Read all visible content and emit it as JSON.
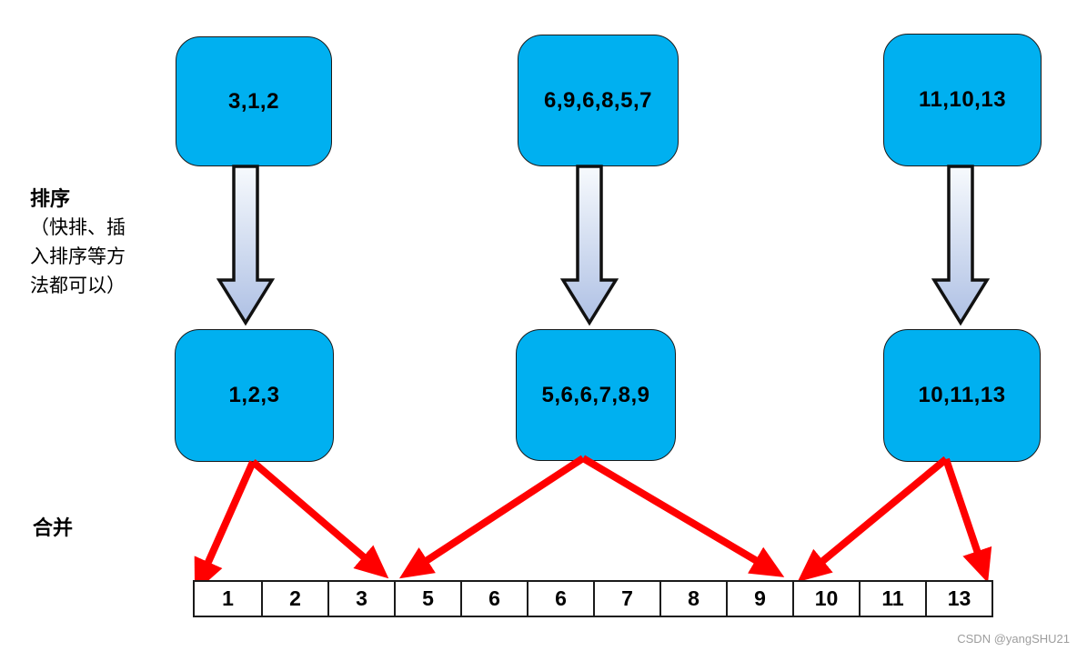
{
  "diagram": {
    "sort_label": {
      "title": "排序",
      "body": "（快排、插\n入排序等方\n法都可以）"
    },
    "merge_label": "合并",
    "unsorted_groups": [
      "3,1,2",
      "6,9,6,8,5,7",
      "11,10,13"
    ],
    "sorted_groups": [
      "1,2,3",
      "5,6,6,7,8,9",
      "10,11,13"
    ],
    "merged_array": [
      "1",
      "2",
      "3",
      "5",
      "6",
      "6",
      "7",
      "8",
      "9",
      "10",
      "11",
      "13"
    ],
    "colors": {
      "box_fill": "#00B0F0",
      "box_border": "#1a1a1a",
      "merge_arrow_red": "#FF0000",
      "down_arrow_gradient_top": "#F7FAFD",
      "down_arrow_gradient_bottom": "#AEC0E4"
    }
  },
  "watermark": "CSDN @yangSHU21"
}
